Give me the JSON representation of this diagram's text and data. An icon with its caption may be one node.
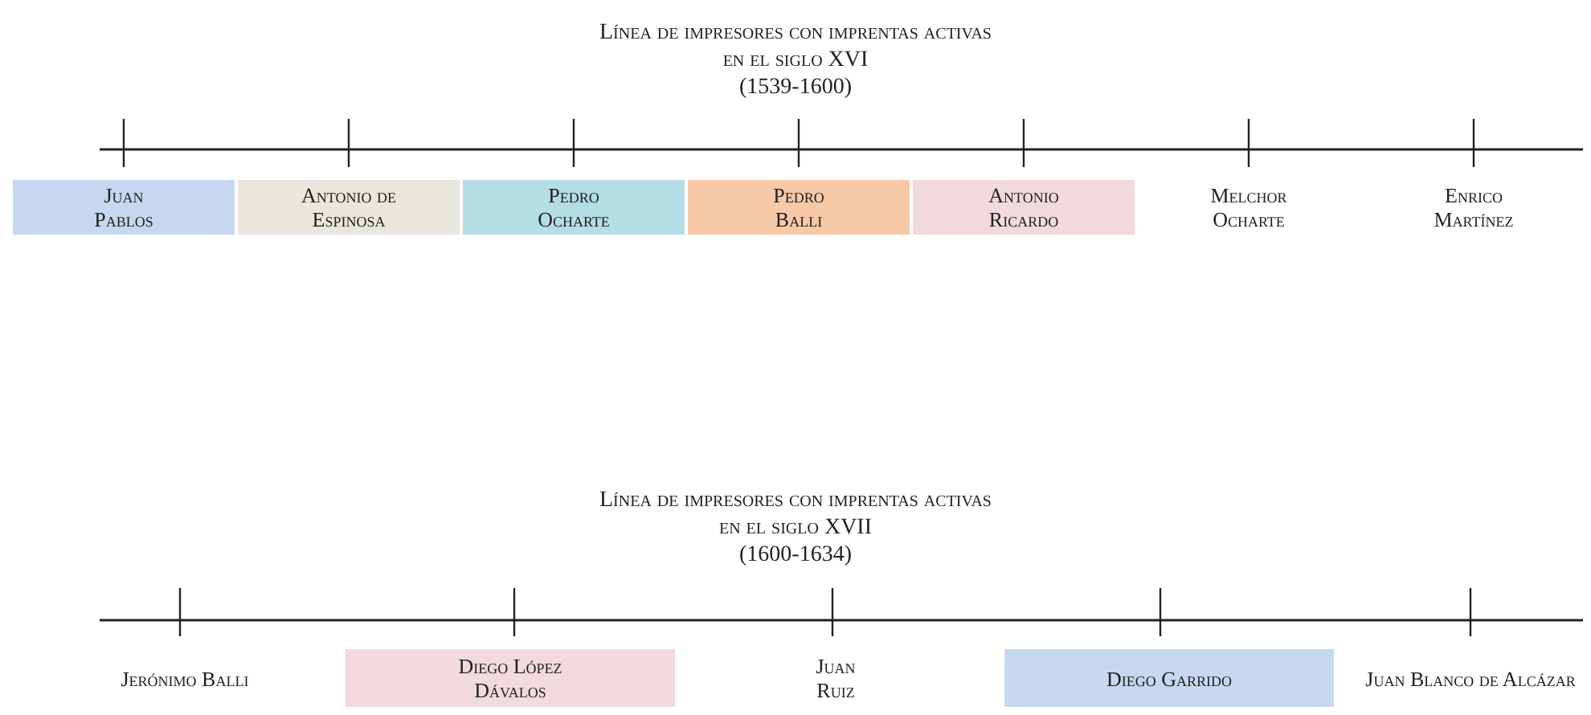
{
  "diagram": {
    "nodes": [
      {
        "text": [
          "Juan Pablos"
        ]
      },
      {
        "text": [
          "Antonio de Espinosa"
        ]
      },
      {
        "text": [
          "Pedro Ocharte"
        ]
      },
      {
        "text": [
          "Pedro Balli"
        ]
      },
      {
        "text": [
          "Antonio Ricardo"
        ]
      },
      {
        "text": [
          "Melchor Ocharte"
        ]
      },
      {
        "text": [
          "Enrico Martínez"
        ]
      },
      {
        "text": [
          "Jerónimo Balli"
        ]
      },
      {
        "text": [
          "Diego López Dávalos"
        ]
      },
      {
        "text": [
          "Juan Ruiz"
        ]
      },
      {
        "text": [
          "Diego Garrido"
        ]
      },
      {
        "text": [
          "Juan Blanco de Alcázar"
        ]
      }
    ],
    "edges": [],
    "labels": [
      "Línea de impresores con imprentas activas",
      "en el siglo XVI",
      "(1539-1600)",
      "Línea de impresores con imprentas activas",
      "en el siglo XVII",
      "(1600-1634)"
    ]
  }
}
